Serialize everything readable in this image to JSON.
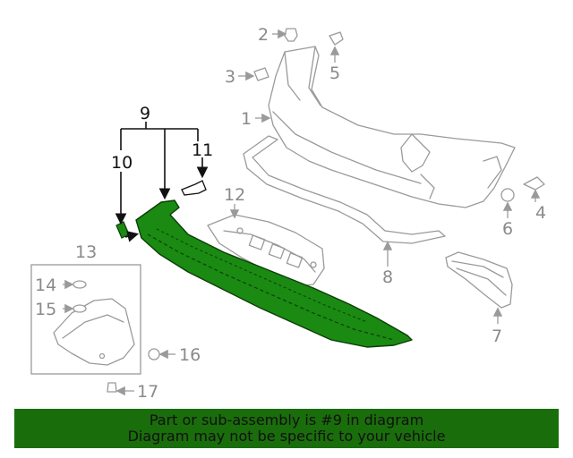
{
  "callouts": {
    "c1": "1",
    "c2": "2",
    "c3": "3",
    "c4": "4",
    "c5": "5",
    "c6": "6",
    "c7": "7",
    "c8": "8",
    "c9": "9",
    "c10": "10",
    "c11": "11",
    "c12": "12",
    "c13": "13",
    "c14": "14",
    "c15": "15",
    "c16": "16",
    "c17": "17"
  },
  "highlight_part": "9",
  "colors": {
    "highlight_green": "#1a8a12",
    "banner_green": "#1a6d0b",
    "line_gray": "#9a9a9a"
  },
  "banner": {
    "line1": "Part or sub-assembly is #9 in diagram",
    "line2": "Diagram may not be specific to your vehicle"
  }
}
